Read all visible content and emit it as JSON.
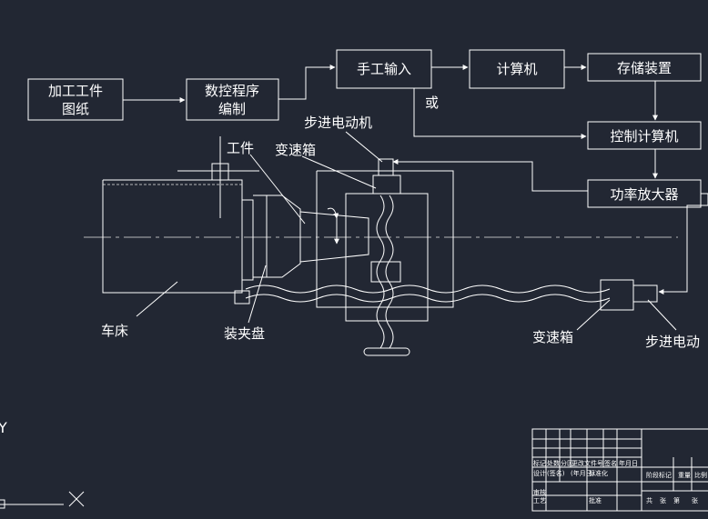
{
  "colors": {
    "background": "#222733",
    "lines": "#ffffff"
  },
  "blocks": {
    "drawing_line1": "加工工件",
    "drawing_line2": "图纸",
    "nc_line1": "数控程序",
    "nc_line2": "编制",
    "manual_input": "手工输入",
    "computer": "计算机",
    "storage": "存储装置",
    "control_computer": "控制计算机",
    "power_amp": "功率放大器"
  },
  "labels": {
    "or": "或",
    "stepper_motor_top": "步进电动机",
    "workpiece": "工件",
    "gearbox_top": "变速箱",
    "lathe": "车床",
    "chuck": "装夹盘",
    "gearbox_right": "变速箱",
    "stepper_motor_right": "步进电动"
  },
  "ucs": {
    "y_label": "Y"
  },
  "title_block": {
    "row1": [
      "标记",
      "处数",
      "分区",
      "更改文件号",
      "签名",
      "年月日"
    ],
    "row2": [
      "设计",
      "(签名)",
      "(年月日)",
      "标准化"
    ],
    "row2_right": [
      "阶段标记",
      "重量",
      "比例"
    ],
    "row3": [
      "审核"
    ],
    "row4": [
      "工艺",
      "批准"
    ],
    "row4_right": [
      "共",
      "张",
      "第",
      "张"
    ]
  }
}
